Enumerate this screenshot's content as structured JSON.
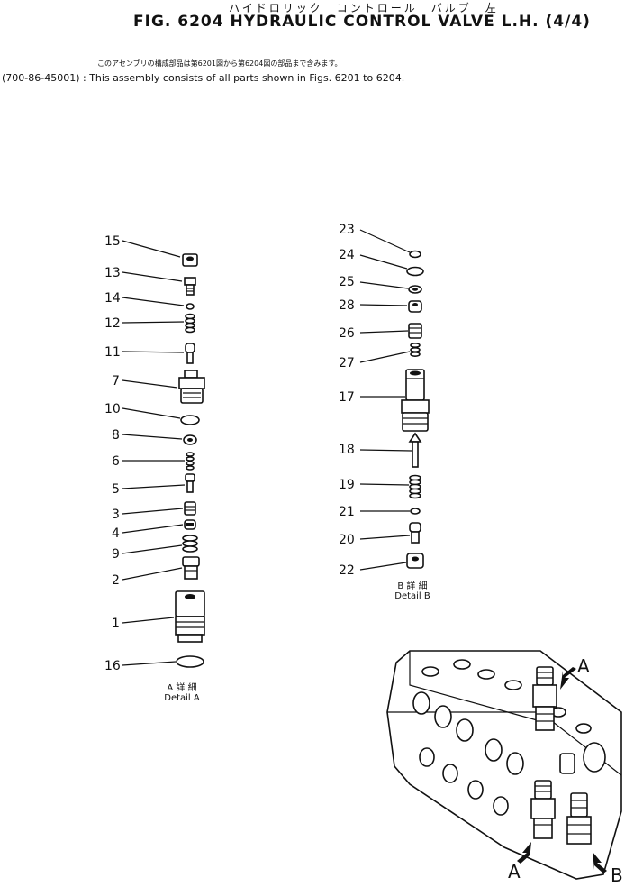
{
  "header": {
    "jp_title": "ハイドロリック　コントロール　バルブ　左",
    "fig_title": "FIG. 6204  HYDRAULIC CONTROL VALVE L.H. (4/4)",
    "jp_note": "このアセンブリの構成部品は第6201図から第6204図の部品まで含みます。",
    "en_note": "(700-86-45001) : This assembly consists of all parts shown in Figs. 6201 to 6204."
  },
  "detail_a": {
    "caption_jp": "A 詳 細",
    "caption_en": "Detail A",
    "callouts": [
      "15",
      "13",
      "14",
      "12",
      "11",
      "7",
      "10",
      "8",
      "6",
      "5",
      "3",
      "4",
      "9",
      "2",
      "1",
      "16"
    ]
  },
  "detail_b": {
    "caption_jp": "B 詳 細",
    "caption_en": "Detail B",
    "callouts": [
      "23",
      "24",
      "25",
      "28",
      "26",
      "27",
      "17",
      "18",
      "19",
      "21",
      "20",
      "22"
    ]
  },
  "assembly": {
    "view_labels": [
      "A",
      "A",
      "B"
    ]
  }
}
